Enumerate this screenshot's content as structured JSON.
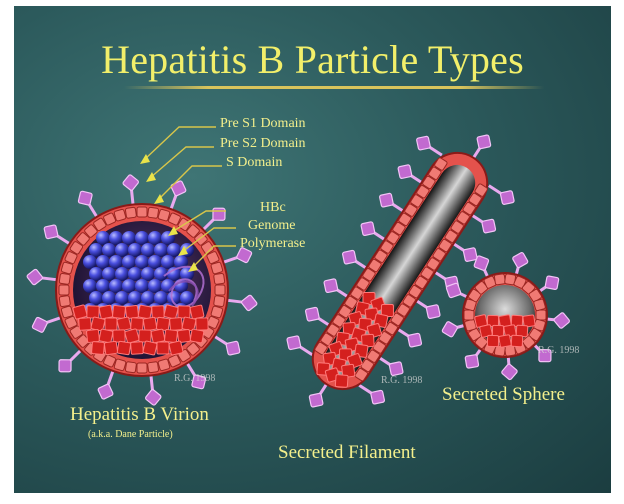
{
  "title": "Hepatitis B Particle Types",
  "labels": {
    "pre_s1": "Pre S1 Domain",
    "pre_s2": "Pre S2 Domain",
    "s_domain": "S Domain",
    "hbc": "HBc",
    "genome": "Genome",
    "polymerase": "Polymerase"
  },
  "captions": {
    "virion": "Hepatitis B Virion",
    "virion_sub": "(a.k.a. Dane Particle)",
    "filament": "Secreted Filament",
    "sphere": "Secreted Sphere"
  },
  "signatures": {
    "virion": "R.G. 1998",
    "filament": "R.G. 1998",
    "sphere": "R.G. 1998"
  },
  "colors": {
    "title": "#f2ef6a",
    "label": "#f3ef8c",
    "membrane": "#e0504a",
    "protein": "#c26ad0",
    "capsid": "#3b3fcc",
    "core": "#d4201e"
  }
}
